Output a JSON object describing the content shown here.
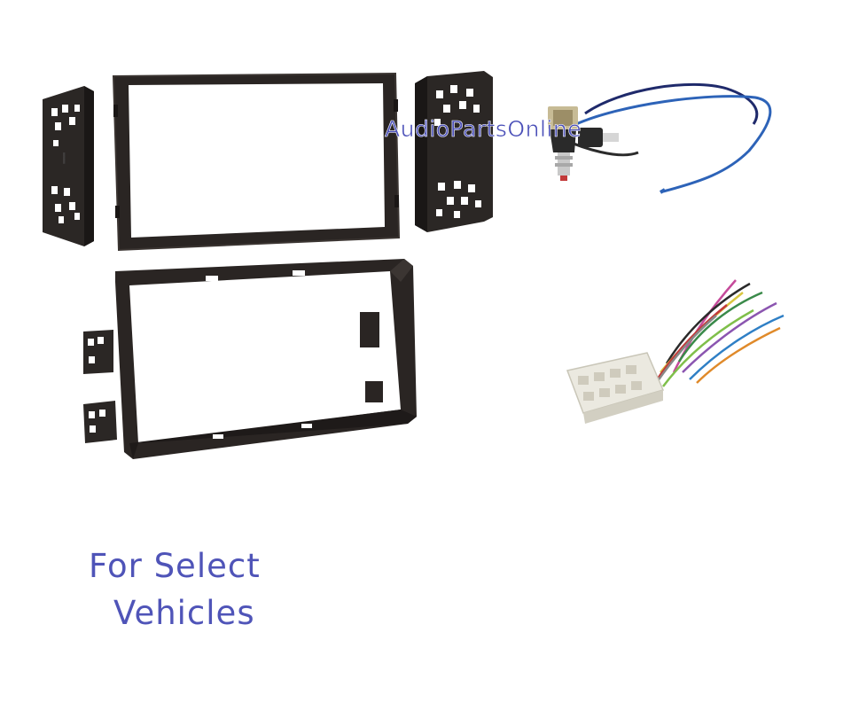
{
  "watermark": {
    "text": "AudioPartsOnline",
    "color": "#4a4fb8"
  },
  "caption": {
    "line1": "For Select",
    "line2": "Vehicles",
    "color": "#4f54b8"
  },
  "colors": {
    "background": "#ffffff",
    "plastic": "#2a2523",
    "connector": "#ebe9e0",
    "antenna_wire": "#2a5fb0"
  },
  "products": [
    {
      "icon": "dash-trim-bezel"
    },
    {
      "icon": "left-mounting-bracket"
    },
    {
      "icon": "right-mounting-bracket"
    },
    {
      "icon": "radio-mounting-cage"
    },
    {
      "icon": "antenna-adapter-cable"
    },
    {
      "icon": "wiring-harness"
    }
  ]
}
